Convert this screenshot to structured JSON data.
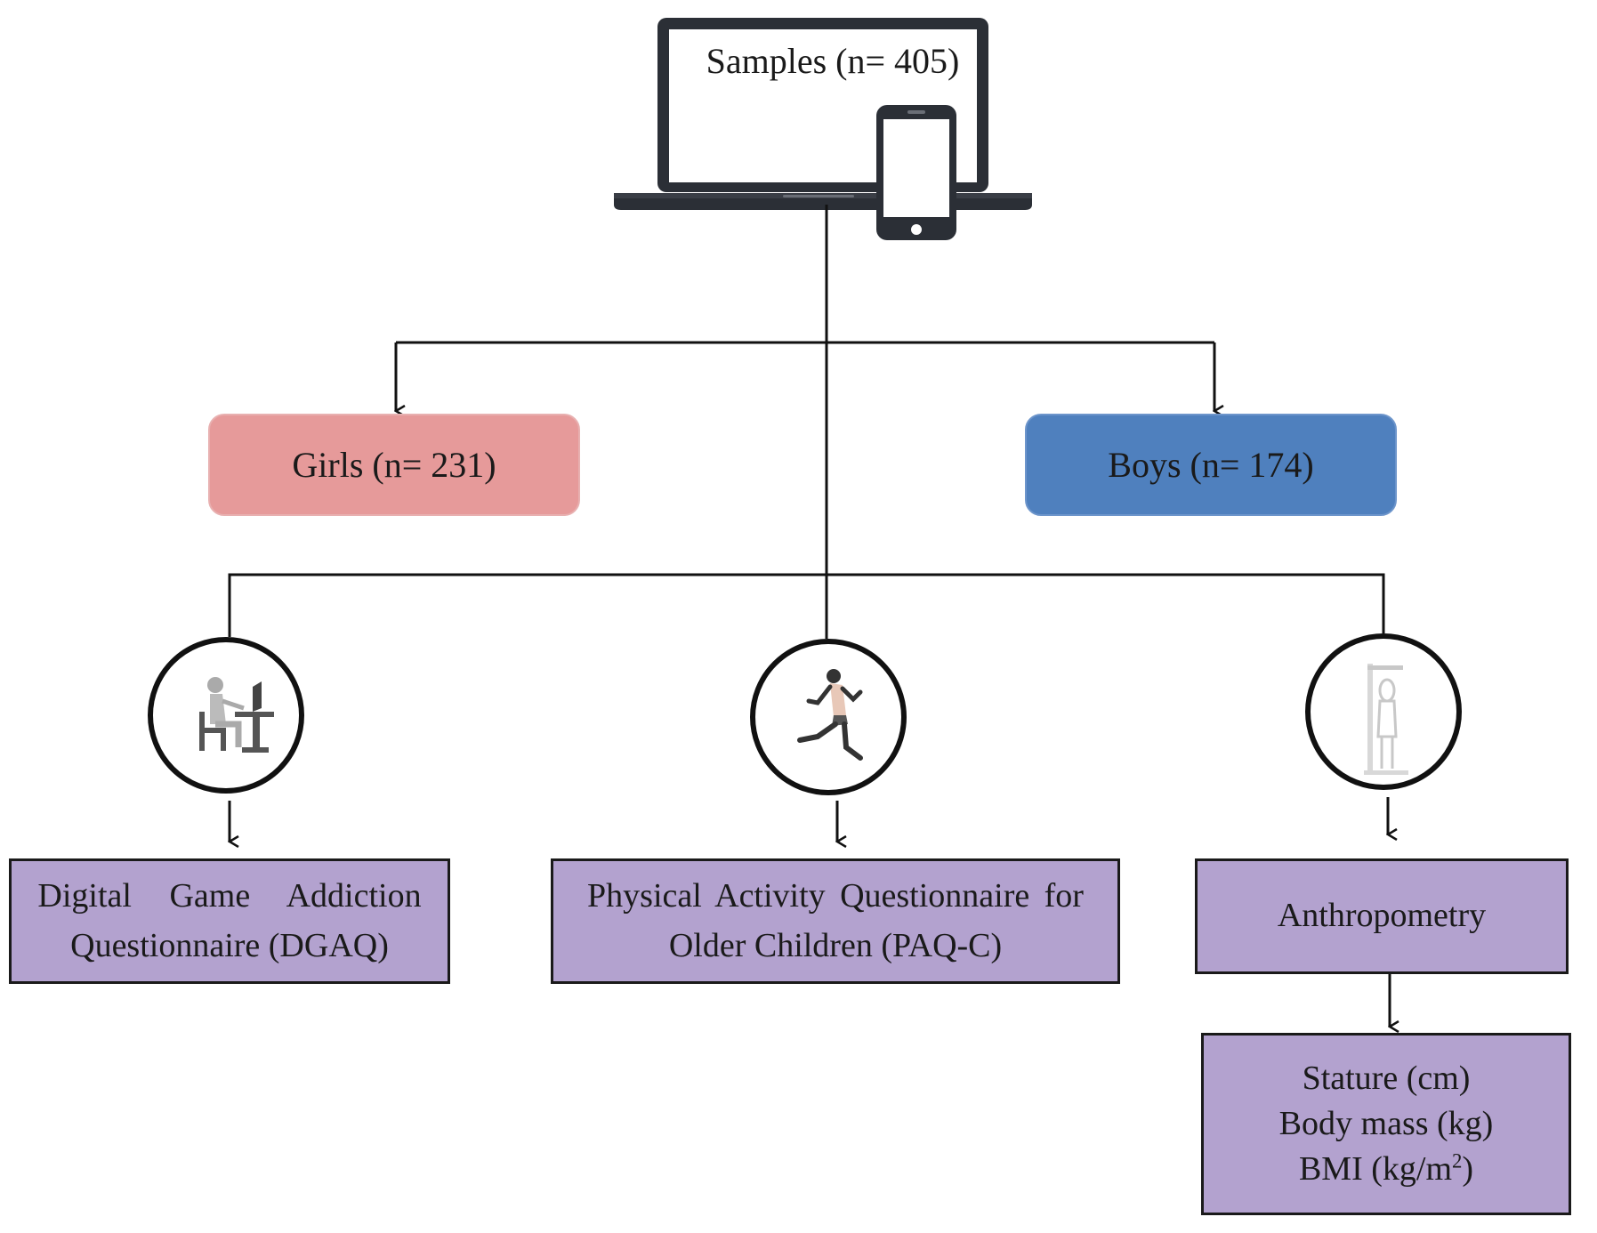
{
  "root": {
    "label": "Samples  (n= 405)"
  },
  "groups": [
    {
      "label": "Girls  (n= 231)",
      "color": "#e69a9a"
    },
    {
      "label": "Boys  (n= 174)",
      "color": "#4f80be"
    }
  ],
  "measures": [
    {
      "icon": "gaming-at-desk-icon",
      "lines": [
        "Digital  Game  Addiction",
        "Questionnaire  (DGAQ)"
      ]
    },
    {
      "icon": "running-person-icon",
      "lines": [
        "Physical  Activity  Questionnaire  for",
        "Older Children  (PAQ-C)"
      ]
    },
    {
      "icon": "stadiometer-icon",
      "lines": [
        "Anthropometry"
      ]
    }
  ],
  "anthropometry_details": {
    "stature": "Stature  (cm)",
    "body_mass": "Body mass  (kg)",
    "bmi": "BMI (kg/m",
    "bmi_sup": "2",
    "bmi_close": ")"
  },
  "colors": {
    "box_fill": "#b3a2cf",
    "line": "#111111"
  }
}
